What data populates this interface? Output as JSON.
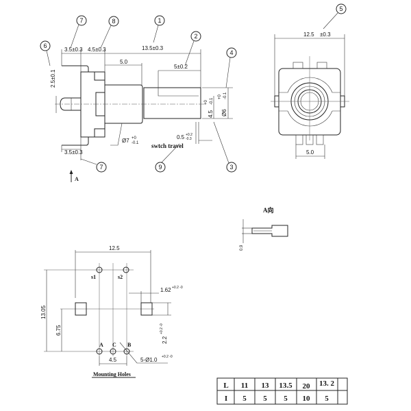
{
  "side_view": {
    "balloons": [
      "7",
      "8",
      "1",
      "2",
      "6",
      "4",
      "7",
      "9",
      "3"
    ],
    "dims": {
      "bracket_top": "3.5±0.3",
      "body": "4.5±0.3",
      "total": "13.5±0.3",
      "bushing": "5.0",
      "shaft_flat": "5±0.2",
      "pin_height": "2.5±0.1",
      "flat_dia": "4.5",
      "flat_tol_up": "+0",
      "flat_tol_down": "-0.1",
      "shaft_dia": "Ø6",
      "shaft_tol_up": "+0",
      "shaft_tol_down": "-0.1",
      "bushing_dia": "Ø7",
      "bushing_tol_up": "+0",
      "bushing_tol_down": "-0.1",
      "travel": "0.5",
      "travel_tol_up": "+0.2",
      "travel_tol_down": "-0.3",
      "bracket_bottom": "3.5±0.3"
    },
    "switch_travel_label": "swtch travel",
    "view_arrow_label": "A"
  },
  "front_view": {
    "balloon": "5",
    "width_dim": "12.5",
    "width_tol": "±0.3",
    "pin_pitch": "5.0"
  },
  "a_view": {
    "title": "A向",
    "dim": "0.9"
  },
  "mounting": {
    "width": "12.5",
    "height": "13.05",
    "center_height": "6.75",
    "pitch": "4.5",
    "tab_width": "1.62",
    "tab_width_tol": "+0.2 -0",
    "tab_height": "2.2",
    "tab_height_tol": "+0.2 -0",
    "hole_spec": "5-Ø1.0",
    "hole_tol": "+0.2 -0",
    "labels": {
      "s1": "s1",
      "s2": "s2",
      "a": "A",
      "c": "C",
      "b": "B"
    },
    "title": "Mounting Holes"
  },
  "table": {
    "rows": [
      [
        "L",
        "11",
        "13",
        "13.5",
        "20",
        "13. 2",
        ""
      ],
      [
        "I",
        "5",
        "5",
        "5",
        "10",
        "5",
        ""
      ]
    ]
  }
}
